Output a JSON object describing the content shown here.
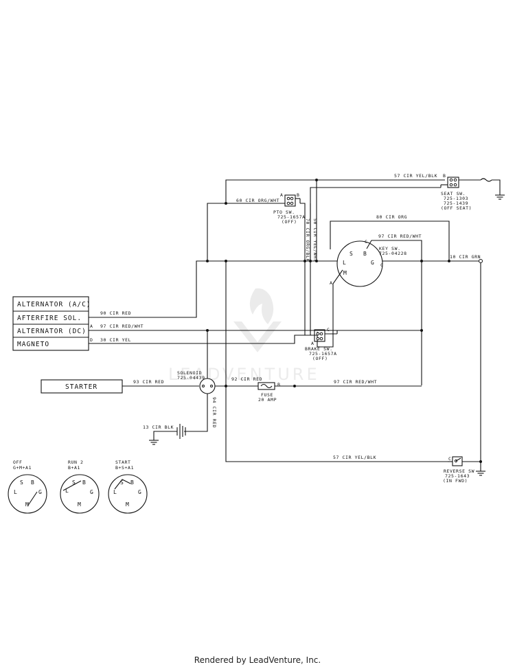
{
  "labels": {
    "w57_top": "57 CIR YEL/BLK",
    "seat_b": "B",
    "seat_sw": "SEAT SW.",
    "seat_p1": "725-1303",
    "seat_p2": "725-1439",
    "seat_state": "(OFF SEAT)",
    "w60": "60 CIR ORG/WHT",
    "pto_a": "A",
    "pto_b": "B",
    "pto_sw": "PTO SW.",
    "pto_part": "725-1657A",
    "pto_state": "(OFF)",
    "w70": "70 CIR ORG/BLK",
    "w50": "50 CIR YEL/WHT",
    "w80": "80 CIR ORG",
    "w97_key": "97 CIR RED/WHT",
    "key_sw": "KEY SW.",
    "key_part": "725-04228",
    "key_s": "S",
    "key_b": "B",
    "key_l": "L",
    "key_g": "G",
    "key_m": "M",
    "key_a": "A",
    "key_c1": "C",
    "key_c2": "C",
    "w10": "10 CIR GRN",
    "w90": "90 CIR RED",
    "pin_a": "A",
    "w97_alt": "97 CIR RED/WHT",
    "pin_d": "D",
    "w30": "30 CIR YEL",
    "brake_c": "C",
    "brake_a": "A",
    "brake_sw": "BRAKE SW.",
    "brake_part": "725-1657A",
    "brake_state": "(OFF)",
    "solenoid": "SOLENOID",
    "solenoid_part": "725-04439",
    "w93": "93 CIR RED",
    "w92": "92 CIR RED",
    "fuse_b": "B",
    "fuse": "FUSE",
    "fuse_amp": "20 AMP",
    "w97_bot": "97 CIR RED/WHT",
    "w94": "94 CIR RED",
    "w13": "13 CIR BLK",
    "w57_bot": "57 CIR YEL/BLK",
    "rev_c": "C",
    "rev_sw": "REVERSE SW",
    "rev_part": "725-1643",
    "rev_state": "(IN FWD)"
  },
  "components": {
    "alternator_ac": "ALTERNATOR (A/C)",
    "afterfire": "AFTERFIRE SOL.",
    "alternator_dc": "ALTERNATOR (DC)",
    "magneto": "MAGNETO",
    "starter": "STARTER"
  },
  "positions": [
    {
      "title": "OFF",
      "combo": "G+M+A1"
    },
    {
      "title": "RUN 2",
      "combo": "B+A1"
    },
    {
      "title": "START",
      "combo": "B+S+A1"
    }
  ],
  "footer": "Rendered by LeadVenture, Inc."
}
